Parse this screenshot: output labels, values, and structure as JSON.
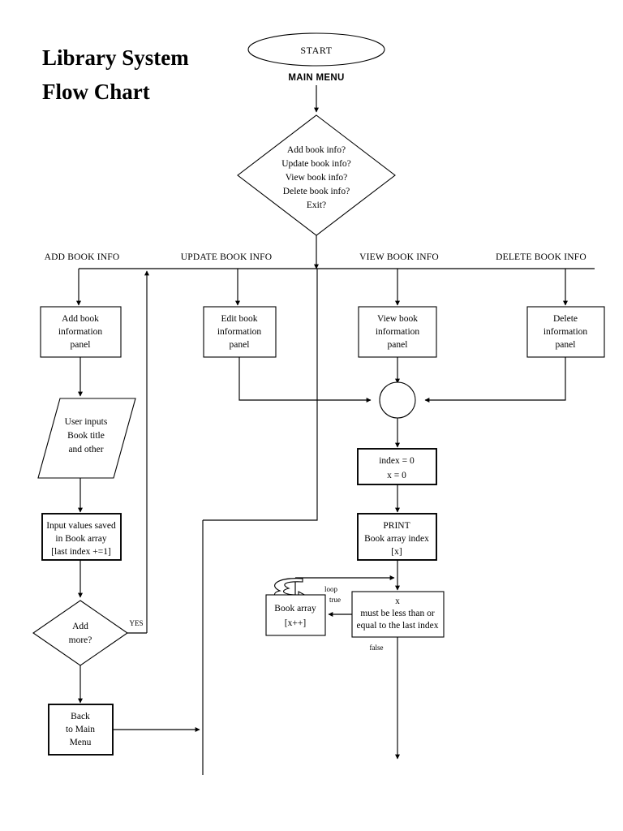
{
  "document": {
    "title_line1": "Library System",
    "title_line2": "Flow Chart"
  },
  "nodes": {
    "start": {
      "label": "START"
    },
    "main_menu_label": "MAIN MENU",
    "menu_decision": {
      "line1": "Add book info?",
      "line2": "Update book info?",
      "line3": "View book info?",
      "line4": "Delete book info?",
      "line5": "Exit?"
    },
    "branch_labels": {
      "add": "ADD BOOK INFO",
      "update": "UPDATE BOOK INFO",
      "view": "VIEW BOOK INFO",
      "delete": "DELETE BOOK INFO"
    },
    "add_panel": {
      "line1": "Add book",
      "line2": "information",
      "line3": "panel"
    },
    "edit_panel": {
      "line1": "Edit book",
      "line2": "information",
      "line3": "panel"
    },
    "view_panel": {
      "line1": "View book",
      "line2": "information",
      "line3": "panel"
    },
    "delete_panel": {
      "line1": "Delete",
      "line2": "information",
      "line3": "panel"
    },
    "user_input": {
      "line1": "User inputs",
      "line2": "Book title",
      "line3": "and other"
    },
    "save_values": {
      "line1": "Input values saved",
      "line2": "in Book array",
      "line3": "[last index +=1]"
    },
    "add_more": {
      "line1": "Add",
      "line2": "more?"
    },
    "back_main": {
      "line1": "Back",
      "line2": "to Main",
      "line3": "Menu"
    },
    "init_index": {
      "line1": "index = 0",
      "line2": "x = 0"
    },
    "print_book": {
      "line1": "PRINT",
      "line2": "Book array index",
      "line3": "[x]"
    },
    "book_array_inc": {
      "line1": "Book array",
      "line2": "[x++]"
    },
    "bounds_check": {
      "line1": "x",
      "line2": "must be less than or",
      "line3": "equal to the last index"
    }
  },
  "edge_labels": {
    "yes": "YES",
    "loop": "loop",
    "true": "true",
    "false": "false"
  },
  "colors": {
    "stroke": "#000000",
    "fill": "#ffffff",
    "background": "#ffffff"
  }
}
